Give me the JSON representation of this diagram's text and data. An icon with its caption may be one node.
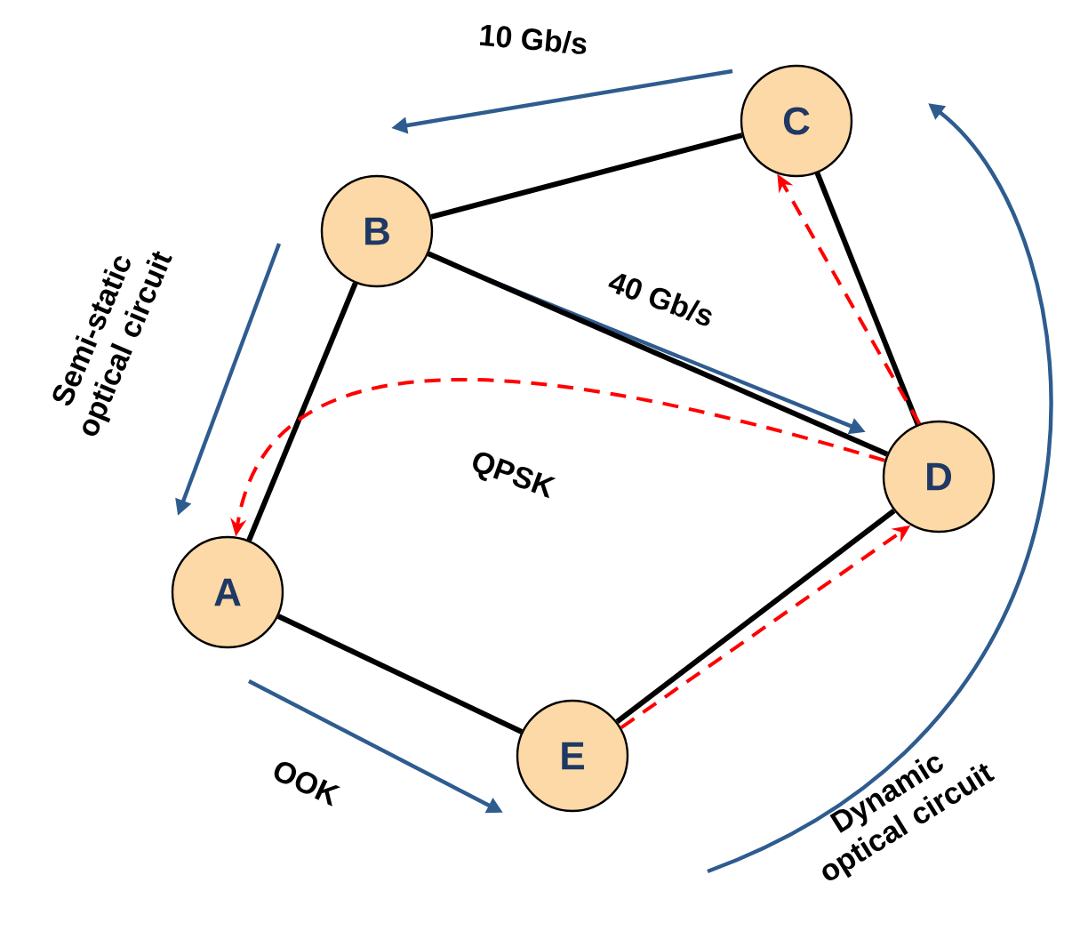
{
  "diagram": {
    "nodes": [
      {
        "text": [
          "A"
        ]
      },
      {
        "text": [
          "B"
        ]
      },
      {
        "text": [
          "C"
        ]
      },
      {
        "text": [
          "D"
        ]
      },
      {
        "text": [
          "E"
        ]
      }
    ],
    "edges": [
      {
        "from": 1,
        "to": 2,
        "arrow": "none"
      },
      {
        "from": 2,
        "to": 3,
        "arrow": "none"
      },
      {
        "from": 1,
        "to": 3,
        "arrow": "none"
      },
      {
        "from": 1,
        "to": 0,
        "arrow": "none"
      },
      {
        "from": 0,
        "to": 4,
        "arrow": "none"
      },
      {
        "from": 4,
        "to": 3,
        "arrow": "none"
      },
      {
        "from": 3,
        "to": 0,
        "arrow": "to",
        "style": "dashed",
        "color": "#ff0000"
      },
      {
        "from": 3,
        "to": 2,
        "arrow": "to",
        "style": "dashed",
        "color": "#ff0000"
      },
      {
        "from": 4,
        "to": 3,
        "arrow": "to",
        "style": "dashed",
        "color": "#ff0000"
      }
    ],
    "labels": [
      "10 Gb/s",
      "Semi-static optical circuit",
      "40 Gb/s",
      "QPSK",
      "OOK",
      "Dynamic optical circuit"
    ]
  }
}
